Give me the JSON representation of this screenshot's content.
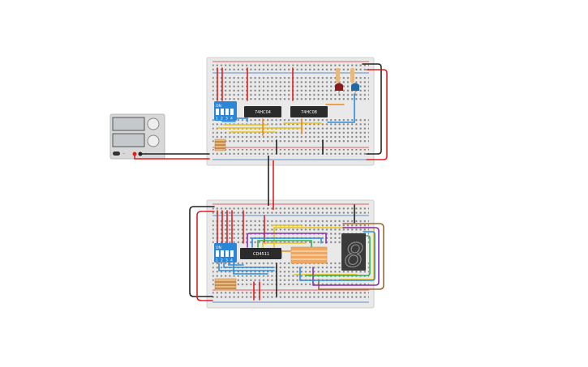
{
  "circuit": {
    "top_board": {
      "chip_1_label": "74HC04",
      "chip_2_label": "74HC08",
      "dip_label": "ON",
      "dip_numbers": [
        "1",
        "2",
        "3",
        "4"
      ]
    },
    "bottom_board": {
      "chip_label": "CD4511",
      "dip_label": "ON",
      "dip_numbers": [
        "1",
        "2",
        "3",
        "4"
      ],
      "display_digit": "8"
    },
    "power_supply": {
      "minus_label": "−",
      "plus_label": "+"
    },
    "rail_labels": {
      "plus": "+",
      "minus": "−"
    },
    "colors": {
      "breadboard": "#e9e9e9",
      "rail_red": "#e03030",
      "rail_blue": "#2f6fbe",
      "chip": "#2b2b2b",
      "dip_switch": "#2a86d8",
      "led_red": "#8b1a1a",
      "led_blue": "#1f6aa5",
      "seven_segment": "#3a3a3a",
      "wire_black": "#222222",
      "wire_red": "#e02020",
      "wire_yellow": "#e8c21c",
      "wire_orange": "#f08a1c",
      "wire_blue": "#2b8de0",
      "wire_green": "#2fb34a",
      "wire_purple": "#8b2fb3",
      "wire_brown": "#9a6b3a"
    }
  }
}
